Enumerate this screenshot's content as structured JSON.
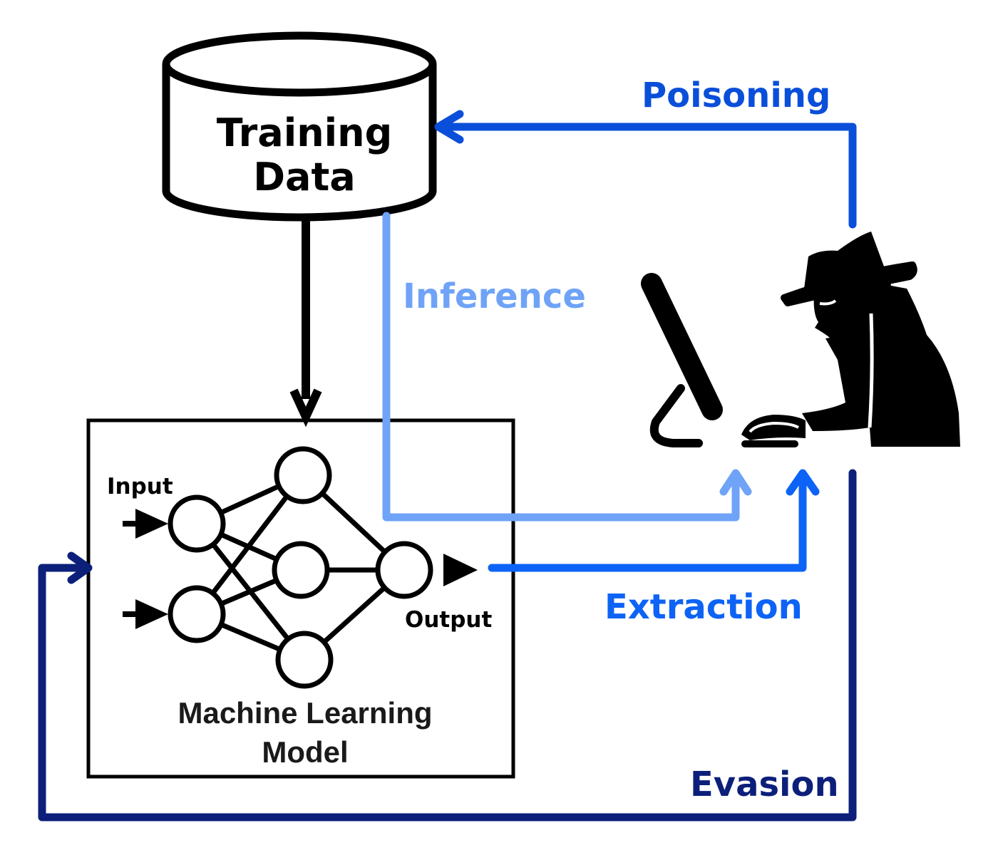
{
  "database": {
    "line1": "Training",
    "line2": "Data"
  },
  "model": {
    "line1": "Machine Learning",
    "line2": "Model",
    "input_label": "Input",
    "output_label": "Output"
  },
  "attacks": {
    "poisoning": {
      "label": "Poisoning",
      "color": "#0a4fd9"
    },
    "inference": {
      "label": "Inference",
      "color": "#6fa3f7"
    },
    "extraction": {
      "label": "Extraction",
      "color": "#0d63f5"
    },
    "evasion": {
      "label": "Evasion",
      "color": "#0c1f7a"
    }
  },
  "icons": {
    "attacker": "hacker-at-computer-icon",
    "database": "database-cylinder-icon",
    "network": "neural-network-icon"
  }
}
